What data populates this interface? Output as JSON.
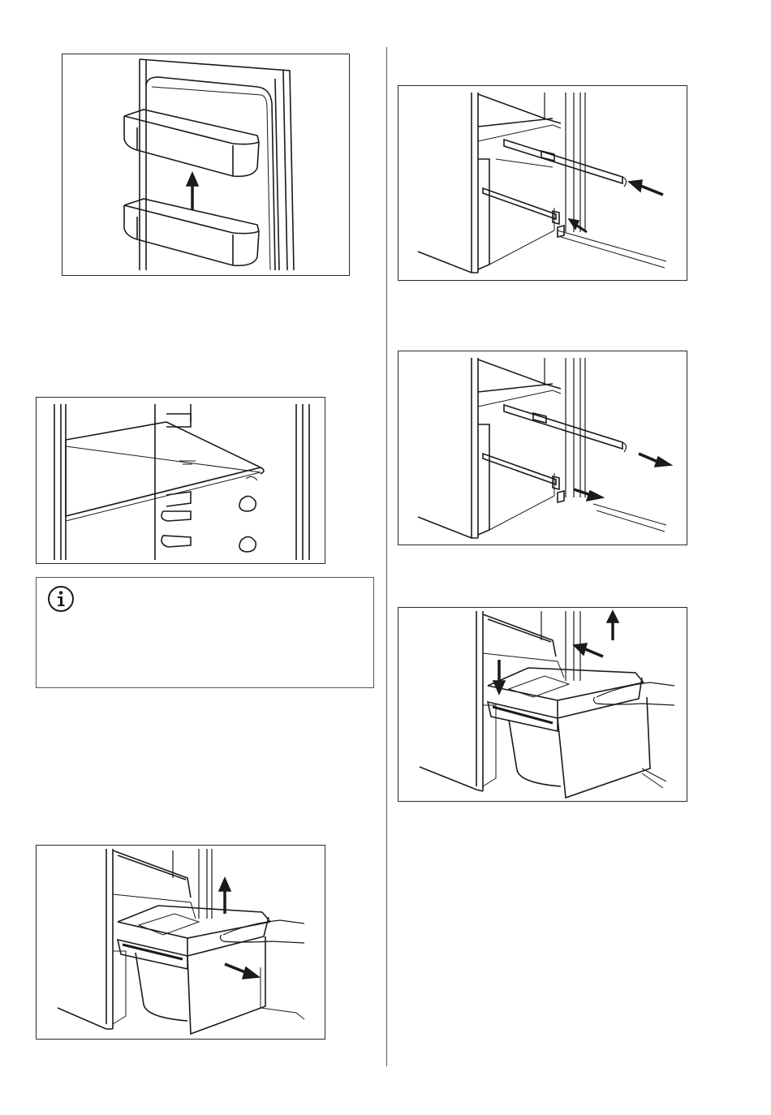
{
  "page": {
    "figures": [
      {
        "id": "door-shelf",
        "icon": "arrow-up-icon"
      },
      {
        "id": "glass-shelf"
      },
      {
        "id": "drawer-remove",
        "icons": [
          "arrow-up-icon",
          "arrow-right-icon"
        ]
      },
      {
        "id": "rails-insert",
        "icons": [
          "arrow-left-icon",
          "arrow-left-icon"
        ]
      },
      {
        "id": "rails-extend",
        "icons": [
          "arrow-right-icon",
          "arrow-right-icon"
        ]
      },
      {
        "id": "drawer-insert",
        "icons": [
          "arrow-up-icon",
          "arrow-down-icon",
          "arrow-left-icon"
        ]
      }
    ],
    "info_box": {
      "icon": "info-icon",
      "text": ""
    },
    "colors": {
      "line": "#1a1a1a",
      "border": "#2a2a2a",
      "background": "#ffffff"
    }
  }
}
